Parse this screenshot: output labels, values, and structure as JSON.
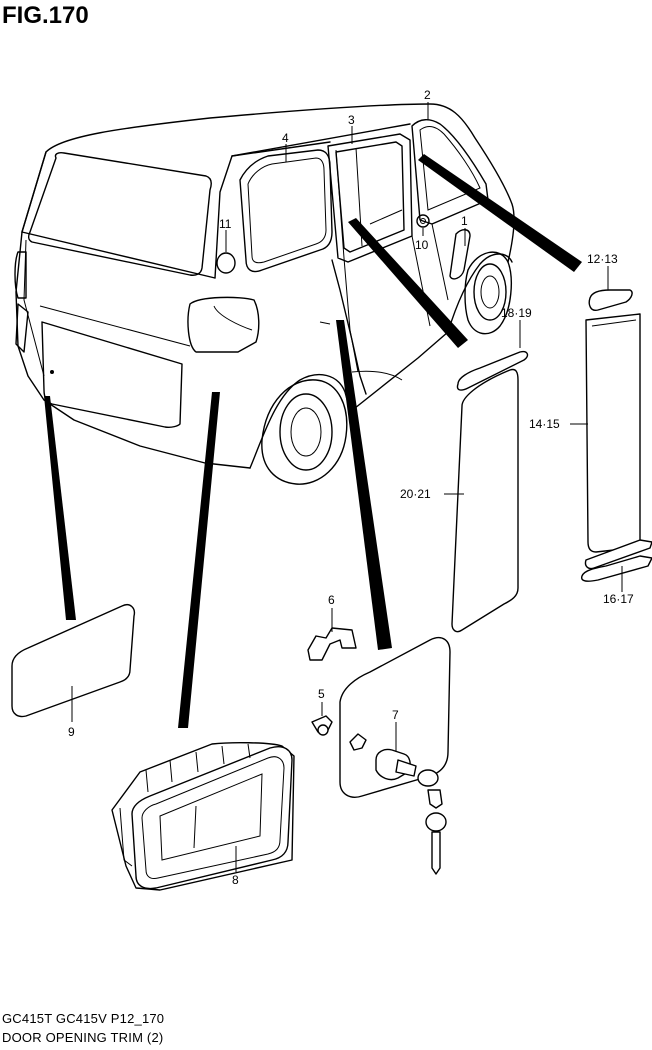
{
  "title": "FIG.170",
  "footer": {
    "line1": "GC415T GC415V P12_170",
    "line2": "DOOR OPENING TRIM (2)"
  },
  "callouts": {
    "c1": "1",
    "c2": "2",
    "c3": "3",
    "c4": "4",
    "c5": "5",
    "c6": "6",
    "c7": "7",
    "c8": "8",
    "c9": "9",
    "c10": "10",
    "c11": "11",
    "c12_13": "12·13",
    "c14_15": "14·15",
    "c16_17": "16·17",
    "c18_19": "18·19",
    "c20_21": "20·21"
  }
}
